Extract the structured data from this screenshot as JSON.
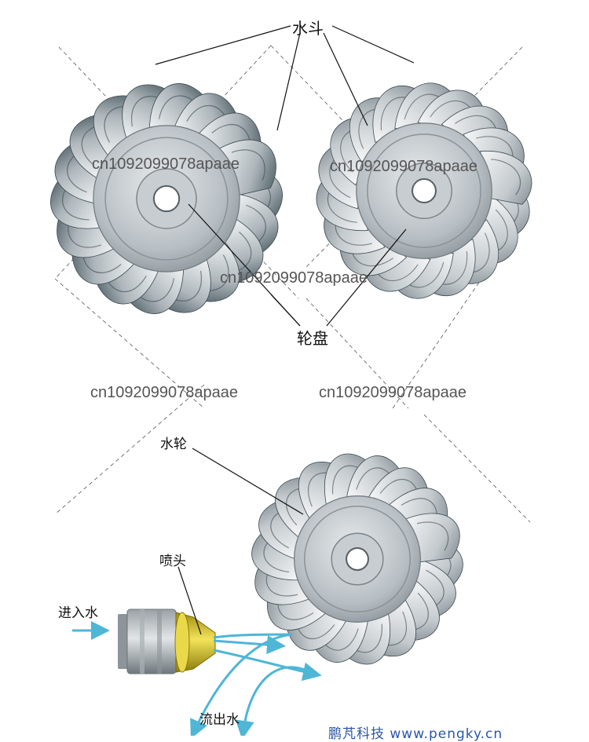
{
  "labels": {
    "bucket": "水斗",
    "disc": "轮盘",
    "runner": "水轮",
    "nozzle": "喷头",
    "water_in": "进入水",
    "water_out": "流出水"
  },
  "watermark_text": "cn1092099078apaae",
  "brand_text": "鹏芃科技 www.pengky.cn",
  "colors": {
    "metal_light": "#d9dde0",
    "metal_mid": "#aab2b8",
    "metal_dark": "#3f5259",
    "water_arrow": "#4fb6d6",
    "nozzle_yellow": "#d8c21a"
  }
}
